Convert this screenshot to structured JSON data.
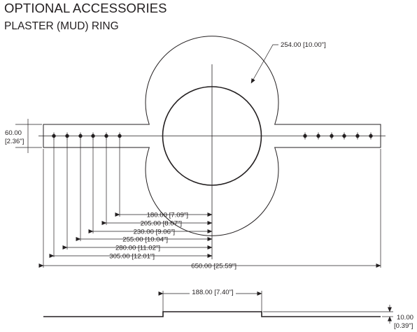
{
  "header": {
    "title": "OPTIONAL ACCESSORIES",
    "subtitle": "PLASTER (MUD) RING"
  },
  "dimensions": {
    "ring_diameter": "254.00 [10.00\"]",
    "tab_height_mm": "60.00",
    "tab_height_in": "[2.36\"]",
    "hole_offsets": [
      "180.00 [7.09\"]",
      "205.00 [8.07\"]",
      "230.00 [9.06\"]",
      "255.00 [10.04\"]",
      "280.00 [11.02\"]",
      "305.00 [12.01\"]"
    ],
    "overall_length": "650.00 [25.59\"]",
    "raised_width": "188.00 [7.40\"]",
    "thickness_mm": "10.00",
    "thickness_in": "[0.39\"]"
  },
  "colors": {
    "line": "#231f20"
  }
}
